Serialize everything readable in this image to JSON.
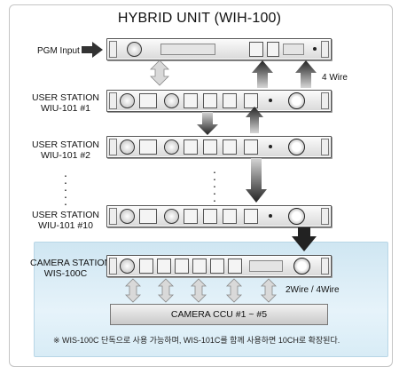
{
  "title": "HYBRID UNIT (WIH-100)",
  "labels": {
    "pgm_input": "PGM Input",
    "four_wire": "4 Wire",
    "user_station_1": [
      "USER STATION",
      "WIU-101 #1"
    ],
    "user_station_2": [
      "USER STATION",
      "WIU-101 #2"
    ],
    "user_station_10": [
      "USER STATION",
      "WIU-101 #10"
    ],
    "camera_station": [
      "CAMERA STATION",
      "WIS-100C"
    ],
    "two_four_wire": "2Wire / 4Wire",
    "camera_ccu": "CAMERA CCU #1 ~ #5"
  },
  "note": "※ WIS-100C 단독으로 사용 가능하며, WIS-101C를 함께 사용하면 10CH로 확장된다.",
  "colors": {
    "arrow_dark": "#2b2b2b",
    "arrow_light": "#cfcfcf",
    "camera_zone": "#dbeef7"
  }
}
